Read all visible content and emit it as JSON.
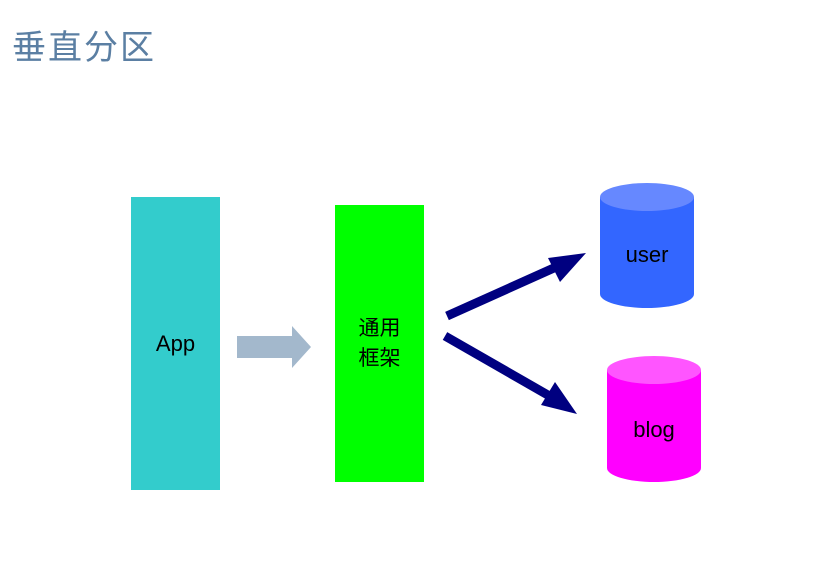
{
  "title": "垂直分区",
  "nodes": {
    "app": {
      "label": "App",
      "color": "#33cccc"
    },
    "framework": {
      "label_line1": "通用",
      "label_line2": "框架",
      "color": "#00ff00"
    },
    "db_user": {
      "label": "user",
      "color": "#3366ff"
    },
    "db_blog": {
      "label": "blog",
      "color": "#ff33ff"
    }
  },
  "arrows": {
    "app_to_framework": {
      "color": "#a3b8cc"
    },
    "framework_to_dbs": {
      "color": "#000080"
    }
  }
}
